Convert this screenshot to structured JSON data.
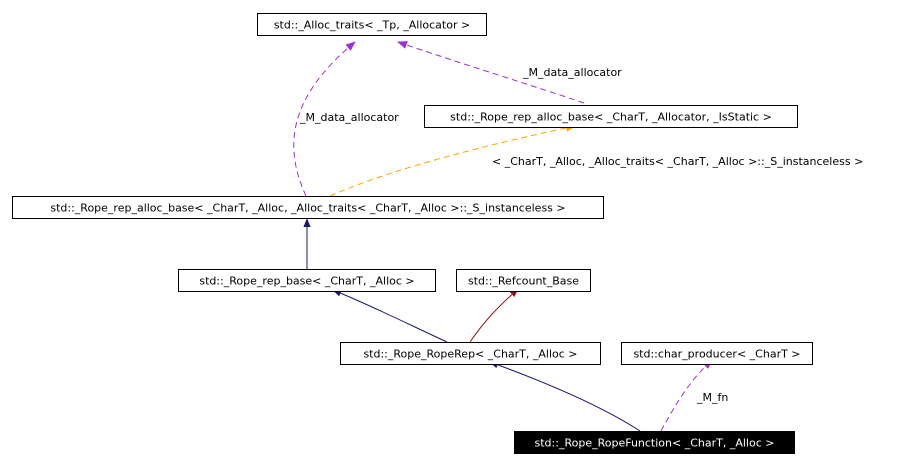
{
  "colors": {
    "inherit": "#191970",
    "template": "#ffa500",
    "member": "#9a32cd",
    "refcount": "#8b1a1a",
    "focus_bg": "#000000",
    "focus_fg": "#ffffff"
  },
  "nodes": {
    "alloc_traits": "std::_Alloc_traits< _Tp, _Allocator >",
    "rep_alloc_base_generic": "std::_Rope_rep_alloc_base< _CharT, _Allocator, _IsStatic >",
    "rep_alloc_base_inst": "std::_Rope_rep_alloc_base< _CharT, _Alloc, _Alloc_traits< _CharT, _Alloc >::_S_instanceless >",
    "rope_rep_base": "std::_Rope_rep_base< _CharT, _Alloc >",
    "refcount_base": "std::_Refcount_Base",
    "rope_rep": "std::_Rope_RopeRep< _CharT, _Alloc >",
    "char_producer": "std::char_producer< _CharT >",
    "rope_function": "std::_Rope_RopeFunction< _CharT, _Alloc >"
  },
  "edge_labels": {
    "data_allocator_right": "_M_data_allocator",
    "data_allocator_left": "_M_data_allocator",
    "template_args": "< _CharT, _Alloc, _Alloc_traits< _CharT, _Alloc >::_S_instanceless >",
    "fn": "_M_fn"
  }
}
